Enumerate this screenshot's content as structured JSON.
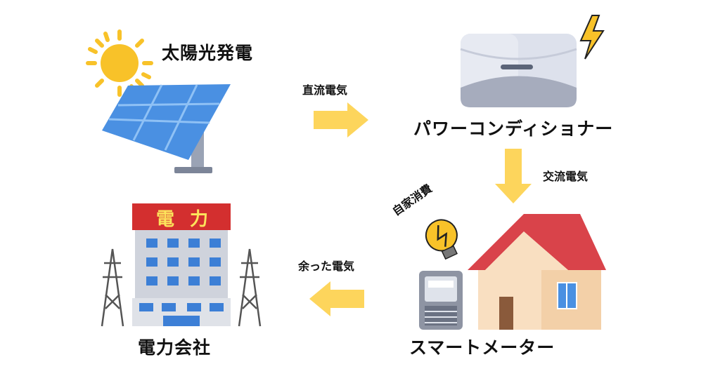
{
  "nodes": {
    "solar": "太陽光発電",
    "power_conditioner": "パワーコンディショナー",
    "smart_meter": "スマートメーター",
    "power_company": "電力会社"
  },
  "arrows": {
    "dc": "直流電気",
    "ac": "交流電気",
    "surplus": "余った電気"
  },
  "self_consumption": "自家消費",
  "building_sign": "電力",
  "colors": {
    "arrow": "#fdd55c",
    "roof": "#d9434a",
    "panel": "#4a90e2",
    "sun": "#f8c229",
    "sign": "#d32f2f"
  }
}
